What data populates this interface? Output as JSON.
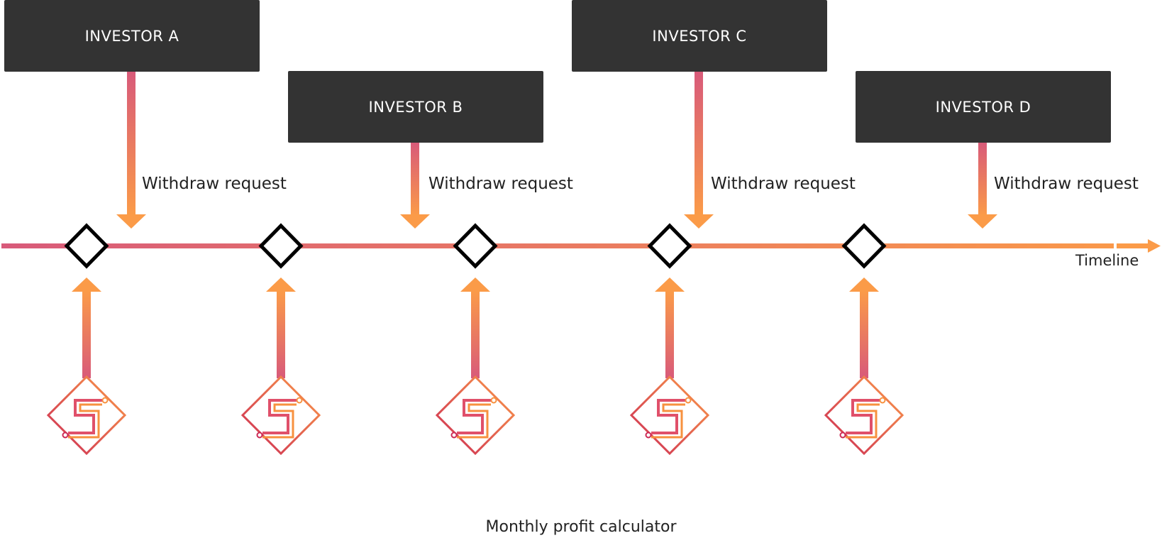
{
  "investors": [
    {
      "label": "INVESTOR A",
      "request_label": "Withdraw request"
    },
    {
      "label": "INVESTOR B",
      "request_label": "Withdraw request"
    },
    {
      "label": "INVESTOR C",
      "request_label": "Withdraw request"
    },
    {
      "label": "INVESTOR D",
      "request_label": "Withdraw request"
    }
  ],
  "timeline": {
    "label": "Timeline",
    "milestone_count": 5
  },
  "calculator": {
    "caption": "Monthly profit calculator",
    "icon": "s-logo-icon"
  },
  "colors": {
    "gradient_start": "#d85a7a",
    "gradient_end": "#fb9b48",
    "box_fill": "#333333",
    "box_text": "#ffffff",
    "text": "#222222",
    "milestone_stroke": "#000000"
  }
}
